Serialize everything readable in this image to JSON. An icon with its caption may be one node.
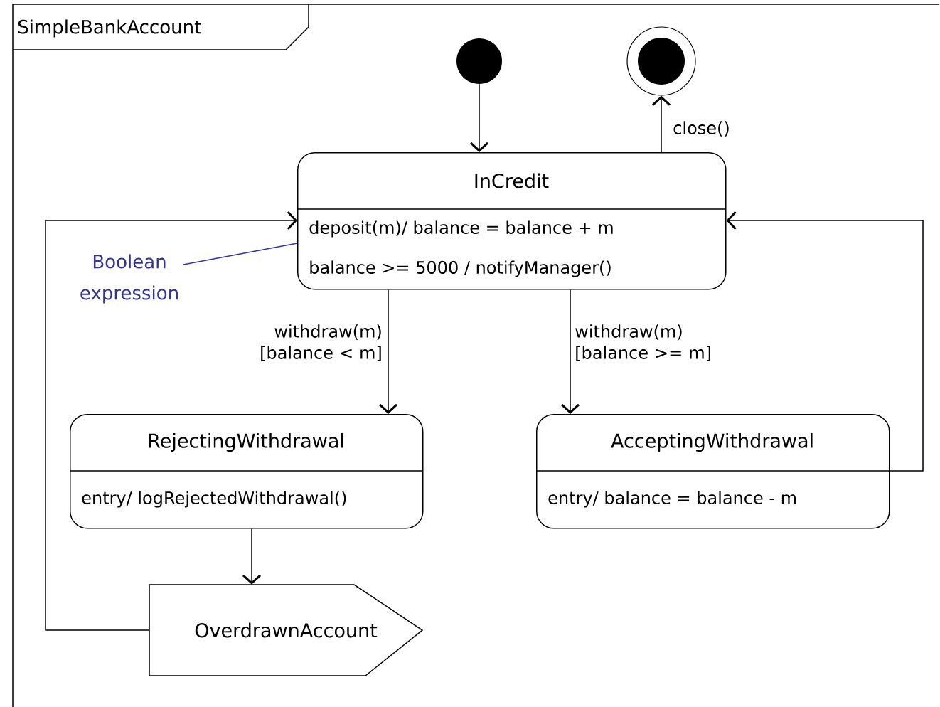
{
  "diagram": {
    "nodes": [
      {
        "text": [
          "SimpleBankAccount"
        ]
      },
      {
        "text": [],
        "shape": "circle",
        "in": 0
      },
      {
        "text": [],
        "shape": "circle",
        "in": 0
      },
      {
        "text": [
          "InCredit",
          "deposit(m)/ balance = balance + m",
          "balance >= 5000 / notifyManager()"
        ],
        "in": 0
      },
      {
        "text": [
          "Boolean expression"
        ],
        "in": 0
      },
      {
        "text": [
          "RejectingWithdrawal",
          "entry/ logRejectedWithdrawal()"
        ],
        "in": 0
      },
      {
        "text": [
          "AcceptingWithdrawal",
          "entry/ balance = balance - m"
        ],
        "in": 0
      },
      {
        "text": [
          "OverdrawnAccount"
        ],
        "in": 0
      }
    ],
    "edges": [
      {
        "from": 1,
        "to": 3,
        "arrow": "to"
      },
      {
        "from": 3,
        "to": 2,
        "arrow": "to",
        "label": "close()"
      },
      {
        "from": 3,
        "to": 5,
        "arrow": "to",
        "label": "withdraw(m) [balance < m]"
      },
      {
        "from": 3,
        "to": 6,
        "arrow": "to",
        "label": "withdraw(m) [balance >= m]"
      },
      {
        "from": 5,
        "to": 7,
        "arrow": "to"
      },
      {
        "from": 7,
        "to": 3,
        "arrow": "to"
      },
      {
        "from": 6,
        "to": 3,
        "arrow": "to"
      },
      {
        "from": 4,
        "to": 3,
        "arrow": "none",
        "color": "#333399"
      }
    ]
  }
}
